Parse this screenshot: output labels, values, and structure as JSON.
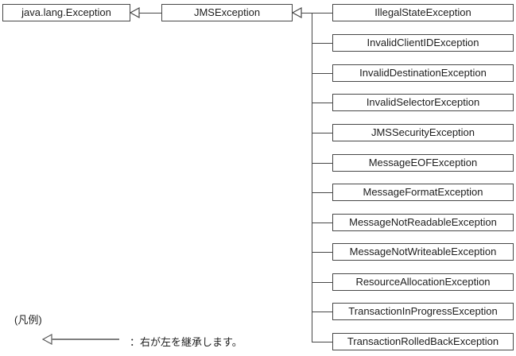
{
  "figure": {
    "type": "class-inheritance-diagram",
    "root_class": "java.lang.Exception",
    "parent_class": "JMSException",
    "subclasses": [
      "IllegalStateException",
      "InvalidClientIDException",
      "InvalidDestinationException",
      "InvalidSelectorException",
      "JMSSecurityException",
      "MessageEOFException",
      "MessageFormatException",
      "MessageNotReadableException",
      "MessageNotWriteableException",
      "ResourceAllocationException",
      "TransactionInProgressException",
      "TransactionRolledBackException"
    ]
  },
  "legend": {
    "heading": "(凡例)",
    "inherit_note": "：右が左を継承します。"
  },
  "colors": {
    "background": "#ffffff",
    "box_border": "#474747",
    "connector_line": "#474747",
    "legend_line": "#7f7f7f",
    "text": "#202020"
  }
}
